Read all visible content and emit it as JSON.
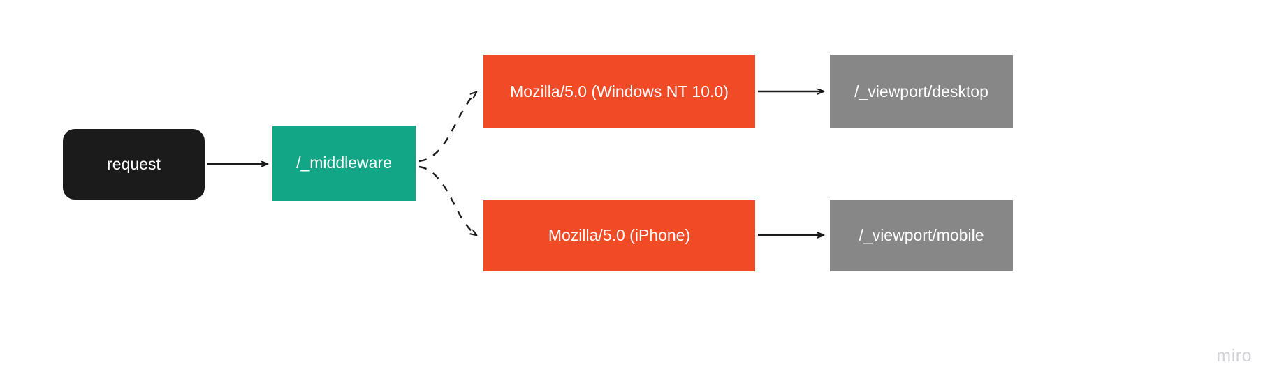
{
  "diagram": {
    "title": "request middleware user-agent routing flow",
    "background_color": "#ffffff",
    "nodes": [
      {
        "id": "request",
        "label": "request",
        "shape": "rounded-rectangle",
        "fill": "#1b1b1b",
        "text_color": "#ffffff"
      },
      {
        "id": "middleware",
        "label": "/_middleware",
        "shape": "rectangle",
        "fill": "#12a687",
        "text_color": "#ffffff"
      },
      {
        "id": "ua-desktop",
        "label": "Mozilla/5.0 (Windows NT 10.0)",
        "shape": "rectangle",
        "fill": "#f04a26",
        "text_color": "#ffffff"
      },
      {
        "id": "ua-mobile",
        "label": "Mozilla/5.0 (iPhone)",
        "shape": "rectangle",
        "fill": "#f04a26",
        "text_color": "#ffffff"
      },
      {
        "id": "viewport-desktop",
        "label": "/_viewport/desktop",
        "shape": "rectangle",
        "fill": "#878787",
        "text_color": "#ffffff"
      },
      {
        "id": "viewport-mobile",
        "label": "/_viewport/mobile",
        "shape": "rectangle",
        "fill": "#878787",
        "text_color": "#ffffff"
      }
    ],
    "edges": [
      {
        "id": "request-to-middleware",
        "from": "request",
        "to": "middleware",
        "style": "solid",
        "arrow": "end",
        "color": "#1b1b1b"
      },
      {
        "id": "middleware-to-ua-desktop",
        "from": "middleware",
        "to": "ua-desktop",
        "style": "dashed",
        "arrow": "end",
        "color": "#1b1b1b"
      },
      {
        "id": "middleware-to-ua-mobile",
        "from": "middleware",
        "to": "ua-mobile",
        "style": "dashed",
        "arrow": "end",
        "color": "#1b1b1b"
      },
      {
        "id": "ua-desktop-to-viewport-desktop",
        "from": "ua-desktop",
        "to": "viewport-desktop",
        "style": "solid",
        "arrow": "end",
        "color": "#1b1b1b"
      },
      {
        "id": "ua-mobile-to-viewport-mobile",
        "from": "ua-mobile",
        "to": "viewport-mobile",
        "style": "solid",
        "arrow": "end",
        "color": "#1b1b1b"
      }
    ]
  },
  "watermark": {
    "label": "miro",
    "color": "#d2d2d8"
  }
}
